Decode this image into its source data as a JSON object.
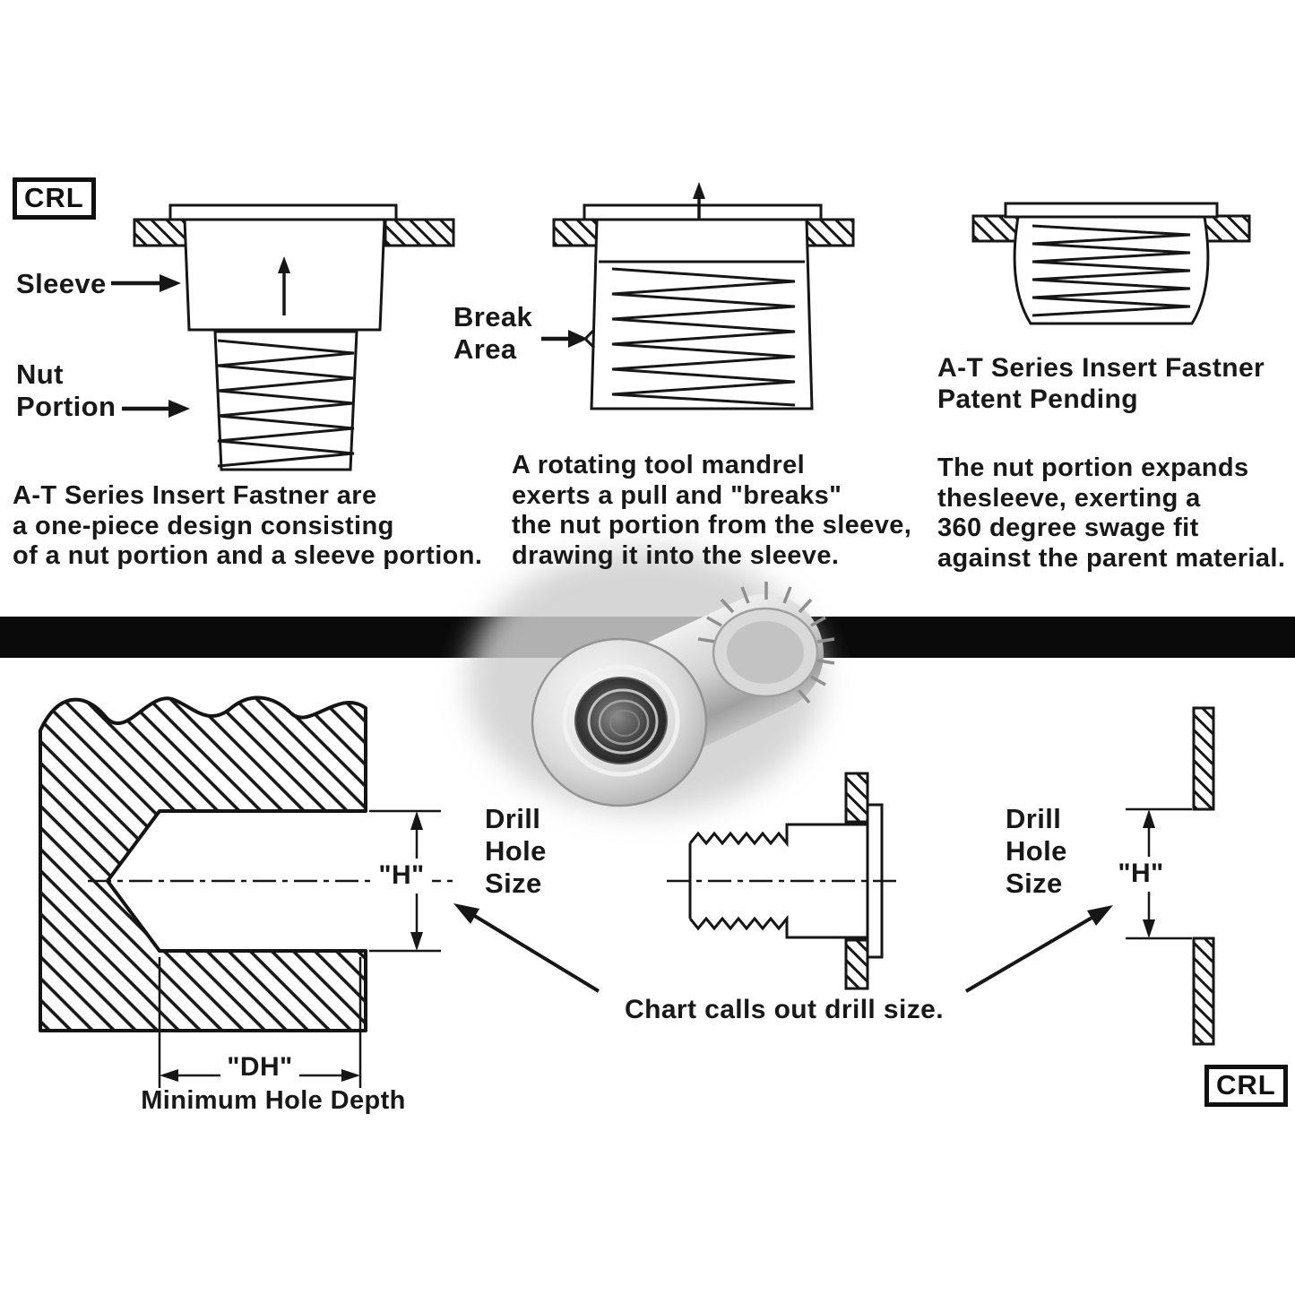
{
  "brand": {
    "logo_text": "CRL"
  },
  "top": {
    "sleeve_label": "Sleeve",
    "nut_portion_label": "Nut\nPortion",
    "break_area_label": "Break\nArea",
    "caption_left": "A-T Series Insert Fastner are\na one-piece design consisting\nof a nut portion and a sleeve portion.",
    "caption_middle": "A rotating tool mandrel\nexerts a pull and \"breaks\"\nthe nut portion from the sleeve,\ndrawing it into the sleeve.",
    "right_title": "A-T Series Insert Fastner\nPatent Pending",
    "caption_right": "The nut portion expands\nthesleeve, exerting a\n360 degree swage fit\nagainst the parent material."
  },
  "bottom": {
    "drill_hole_size": "Drill\nHole\nSize",
    "dim_h": "\"H\"",
    "dim_dh": "\"DH\"",
    "min_hole_depth": "Minimum Hole Depth",
    "chart_note": "Chart calls out drill size."
  },
  "colors": {
    "ink": "#161616",
    "paper": "#ffffff",
    "bar": "#0a0a0a"
  }
}
